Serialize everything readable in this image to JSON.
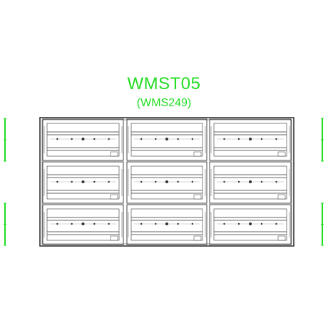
{
  "drawing": {
    "title": "WMST05",
    "subtitle": "(WMS249)"
  },
  "cabinet": {
    "rows": 3,
    "columns": 3,
    "frame_color": "#333333",
    "label_color": "#22dd22",
    "marker_color": "#22dd22"
  }
}
